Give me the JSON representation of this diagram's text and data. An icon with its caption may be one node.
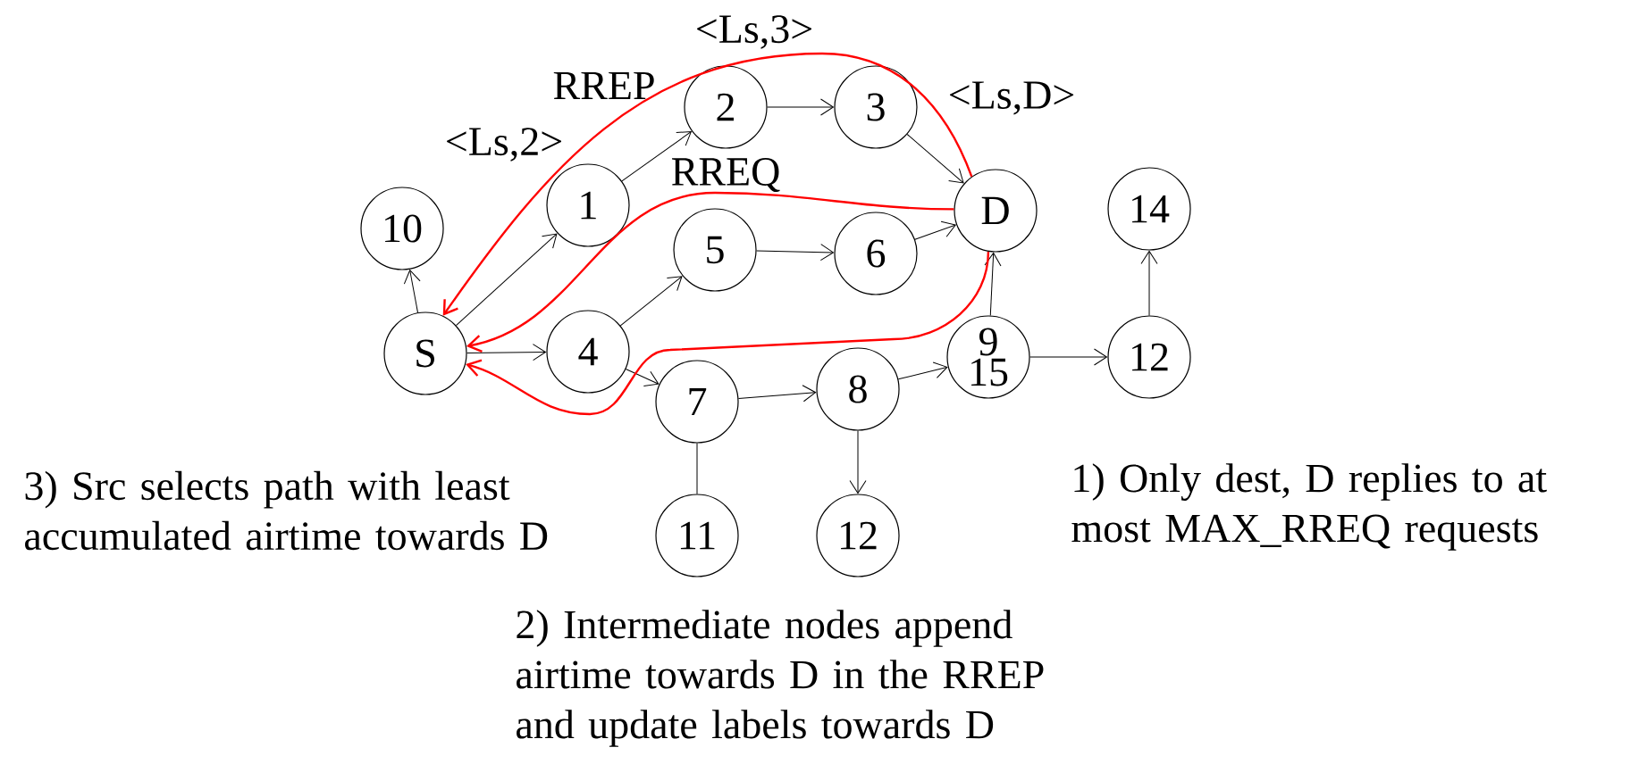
{
  "diagram": {
    "nodes": [
      {
        "text": [
          "S"
        ]
      },
      {
        "text": [
          "1"
        ]
      },
      {
        "text": [
          "2"
        ]
      },
      {
        "text": [
          "3"
        ]
      },
      {
        "text": [
          "D"
        ]
      },
      {
        "text": [
          "10"
        ]
      },
      {
        "text": [
          "5"
        ]
      },
      {
        "text": [
          "6"
        ]
      },
      {
        "text": [
          "4"
        ]
      },
      {
        "text": [
          "7"
        ]
      },
      {
        "text": [
          "8"
        ]
      },
      {
        "text": [
          "9",
          "15"
        ]
      },
      {
        "text": [
          "12"
        ]
      },
      {
        "text": [
          "14"
        ]
      },
      {
        "text": [
          "11"
        ]
      },
      {
        "text": [
          "12"
        ]
      }
    ],
    "edges": [
      {
        "from": 0,
        "to": 1,
        "arrow": "to"
      },
      {
        "from": 0,
        "to": 5,
        "arrow": "to"
      },
      {
        "from": 0,
        "to": 8,
        "arrow": "to"
      },
      {
        "from": 1,
        "to": 2,
        "arrow": "to"
      },
      {
        "from": 2,
        "to": 3,
        "arrow": "to"
      },
      {
        "from": 3,
        "to": 4,
        "arrow": "to"
      },
      {
        "from": 8,
        "to": 6,
        "arrow": "to"
      },
      {
        "from": 6,
        "to": 7,
        "arrow": "to"
      },
      {
        "from": 7,
        "to": 4,
        "arrow": "to"
      },
      {
        "from": 8,
        "to": 9,
        "arrow": "to"
      },
      {
        "from": 9,
        "to": 10,
        "arrow": "to"
      },
      {
        "from": 10,
        "to": 11,
        "arrow": "to"
      },
      {
        "from": 11,
        "to": 4,
        "arrow": "to"
      },
      {
        "from": 11,
        "to": 12,
        "arrow": "to"
      },
      {
        "from": 12,
        "to": 13,
        "arrow": "to"
      },
      {
        "from": 10,
        "to": 15,
        "arrow": "to"
      },
      {
        "from": 9,
        "to": 14,
        "arrow": "none"
      },
      {
        "from": 4,
        "to": 0,
        "arrow": "to",
        "color": "#ff0000"
      },
      {
        "from": 4,
        "to": 0,
        "arrow": "to",
        "color": "#ff0000"
      },
      {
        "from": 4,
        "to": 0,
        "arrow": "to",
        "color": "#ff0000"
      }
    ],
    "labels": [
      "<Ls,3>",
      "RREP",
      "<Ls,D>",
      "<Ls,2>",
      "RREQ",
      "3) Src selects path with least accumulated airtime towards D",
      "1) Only dest, D replies to at most MAX_RREQ requests",
      "2) Intermediate nodes append airtime towards D in the RREP and update labels towards D"
    ]
  }
}
